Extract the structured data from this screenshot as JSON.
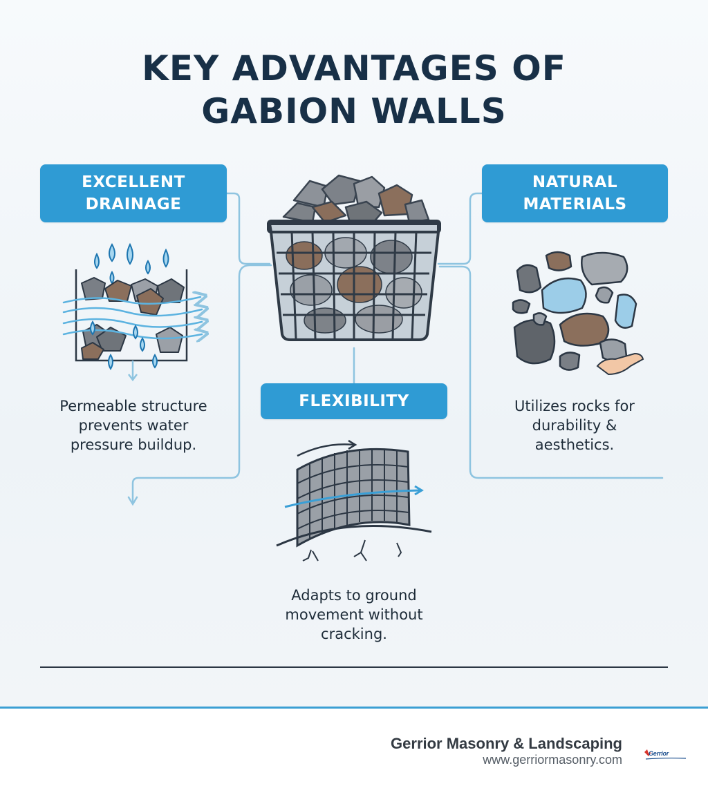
{
  "title": {
    "line1": "KEY ADVANTAGES OF",
    "line2": "GABION WALLS"
  },
  "features": {
    "drainage": {
      "label_line1": "EXCELLENT",
      "label_line2": "DRAINAGE",
      "desc_lines": [
        "Permeable structure",
        "prevents water",
        "pressure buildup."
      ]
    },
    "natural": {
      "label_line1": "NATURAL",
      "label_line2": "MATERIALS",
      "desc_lines": [
        "Utilizes rocks for",
        "durability &",
        "aesthetics."
      ]
    },
    "flexibility": {
      "label": "FLEXIBILITY",
      "desc_lines": [
        "Adapts to ground",
        "movement without",
        "cracking."
      ]
    }
  },
  "icons": {
    "center": "gabion-basket-icon",
    "drainage": "water-drainage-icon",
    "natural": "rocks-hand-icon",
    "flexibility": "flexible-mesh-icon"
  },
  "colors": {
    "accent": "#2f9bd4",
    "title": "#183047",
    "connector": "#8ec4e0"
  },
  "footer": {
    "company": "Gerrior Masonry & Landscaping",
    "website": "www.gerriormasonry.com",
    "logo_text": "Gerrior"
  }
}
